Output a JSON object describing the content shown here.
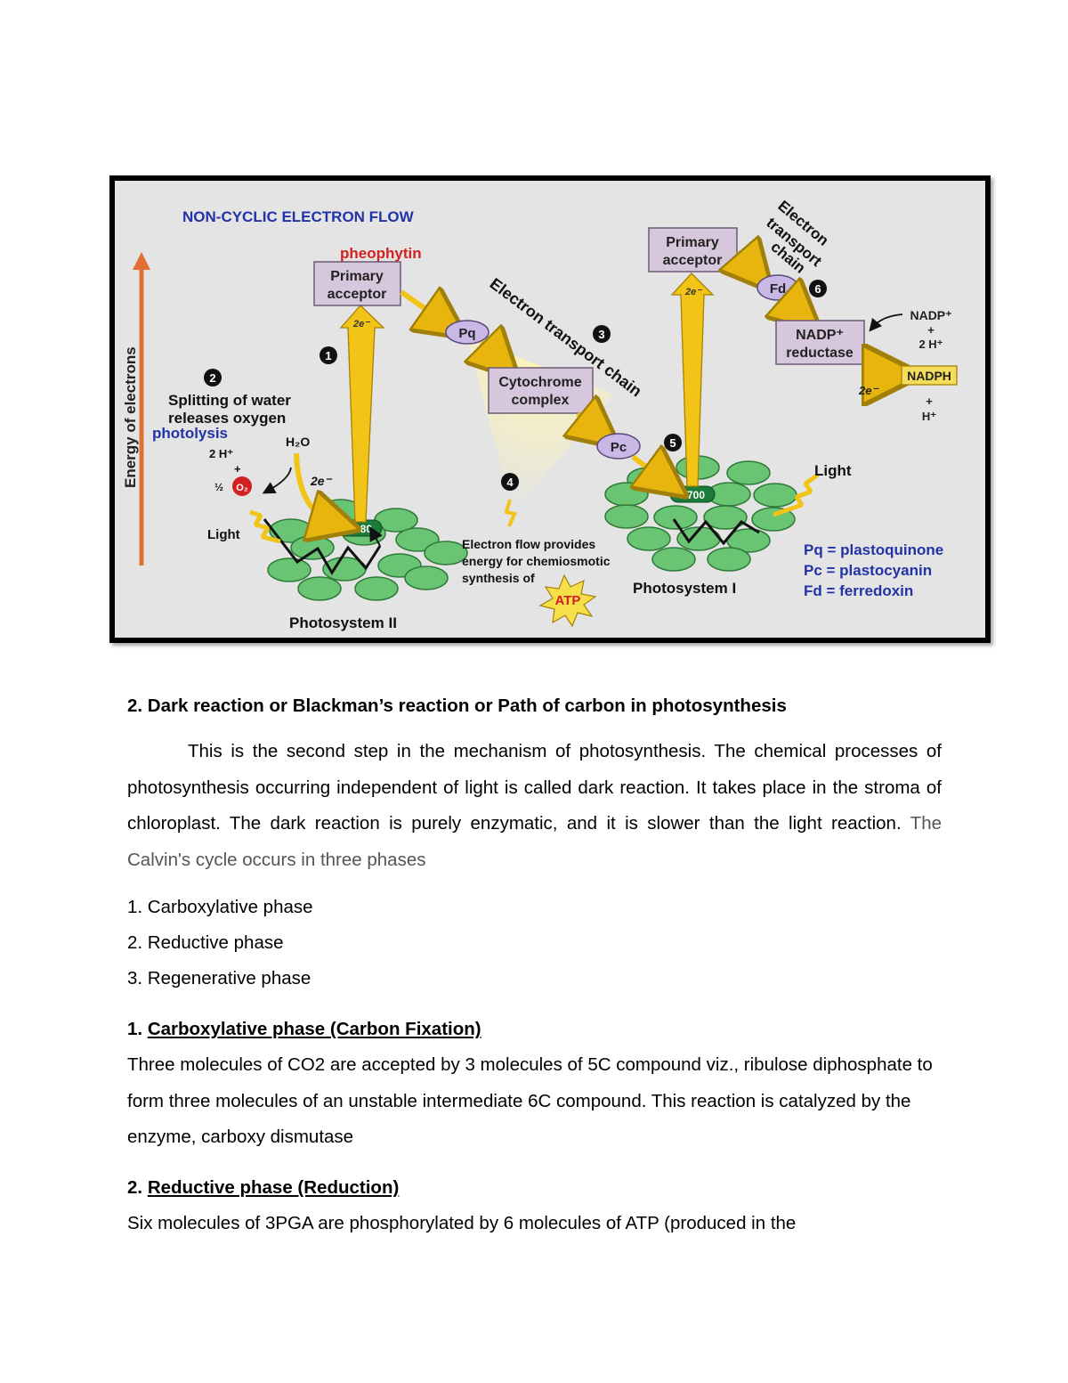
{
  "diagram": {
    "title": "NON-CYCLIC ELECTRON FLOW",
    "y_axis_label": "Energy of electrons",
    "pheophytin": "pheophytin",
    "primary_acceptor_1": [
      "Primary",
      "acceptor"
    ],
    "primary_acceptor_2": [
      "Primary",
      "acceptor"
    ],
    "two_e": "2e⁻",
    "pq": "Pq",
    "pc": "Pc",
    "fd": "Fd",
    "cytochrome": [
      "Cytochrome",
      "complex"
    ],
    "nadp_reductase": [
      "NADP⁺",
      "reductase"
    ],
    "etc_label_1": "Electron transport chain",
    "etc_label_2": [
      "Electron",
      "transport",
      "chain"
    ],
    "step_numbers": [
      "1",
      "2",
      "3",
      "4",
      "5",
      "6"
    ],
    "splitting": [
      "Splitting of water",
      "releases oxygen"
    ],
    "photolysis": "photolysis",
    "two_h": "2 H⁺",
    "plus": "+",
    "half": "½",
    "o2": "O₂",
    "h2o": "H₂O",
    "two_e_minus": "2e⁻",
    "light": "Light",
    "p680": "P680",
    "p700": "P700",
    "photosystem_ii": "Photosystem II",
    "photosystem_i": "Photosystem I",
    "electron_flow": [
      "Electron flow provides",
      "energy for chemiosmotic",
      "synthesis of"
    ],
    "atp": "ATP",
    "nadp_plus": "NADP⁺",
    "nadph": "NADPH",
    "h_plus": "H⁺",
    "legend": [
      "Pq = plastoquinone",
      "Pc = plastocyanin",
      "Fd = ferredoxin"
    ],
    "colors": {
      "background": "#e4e4e4",
      "box": "#d6c7dc",
      "oval": "#c9b7e6",
      "ps": "#69c473",
      "arrow": "#f2c418",
      "blue": "#2233a8",
      "red": "#d32020",
      "axis": "#e27035"
    }
  },
  "text": {
    "heading": "2. Dark reaction or Blackman’s reaction or Path of carbon in photosynthesis",
    "para1_main": "This is the second step in the mechanism of photosynthesis. The chemical processes of photosynthesis occurring independent of light is called dark reaction. It takes place in the stroma of chloroplast. The dark reaction is purely enzymatic, and it is slower than the light reaction.",
    "para1_tail": "The Calvin's cycle occurs in three phases",
    "list": [
      "1. Carboxylative phase",
      "2. Reductive phase",
      "3. Regenerative phase"
    ],
    "sub1_num": "1.",
    "sub1_title": "Carboxylative phase (Carbon Fixation)",
    "sub1_body": "Three molecules of CO2 are accepted by 3 molecules of 5C compound viz., ribulose diphosphate to form three molecules of an unstable intermediate 6C compound. This reaction is catalyzed by the enzyme, carboxy dismutase",
    "sub2_num": "2.",
    "sub2_title": "Reductive phase (Reduction)",
    "sub2_body": "Six molecules of 3PGA are phosphorylated by 6 molecules of ATP (produced in the"
  }
}
